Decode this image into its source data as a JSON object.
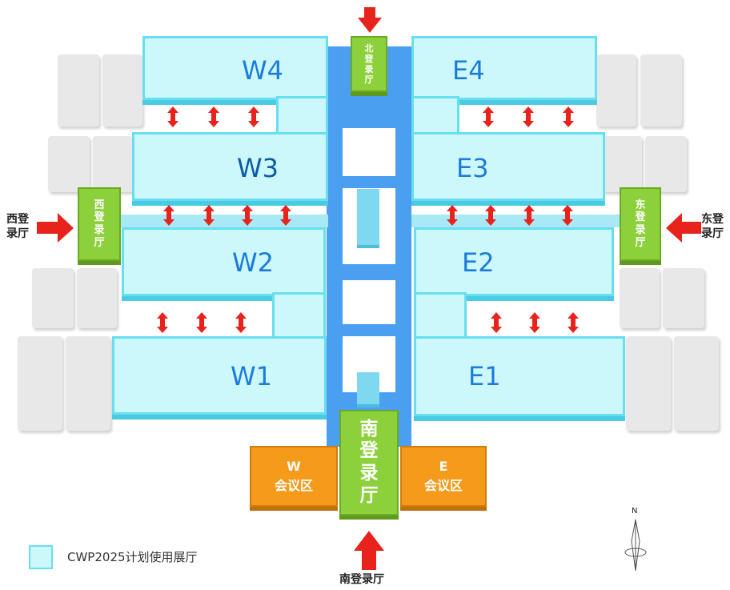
{
  "map": {
    "halls": {
      "w4": "W4",
      "w3": "W3",
      "w2": "W2",
      "w1": "W1",
      "e4": "E4",
      "e3": "E3",
      "e2": "E2",
      "e1": "E1"
    },
    "lobbies": {
      "north": "北\n登\n录\n厅",
      "south": "南\n登\n录\n厅",
      "west": "西\n登\n录\n厅",
      "east": "东\n登\n录\n厅"
    },
    "meeting_areas": {
      "w_letter": "W",
      "w_name": "会议区",
      "e_letter": "E",
      "e_name": "会议区"
    },
    "entrances": {
      "west": "西登\n录厅",
      "east": "东登\n录厅",
      "south": "南登录厅"
    },
    "compass": "N"
  },
  "legend": {
    "label": "CWP2025计划使用展厅"
  },
  "colors": {
    "hall_fill": "#ccf8fb",
    "hall_border": "#67dff0",
    "concourse": "#4a9ff0",
    "lobby": "#8cd13b",
    "meeting": "#f59a1a",
    "arrow": "#e8231c"
  }
}
